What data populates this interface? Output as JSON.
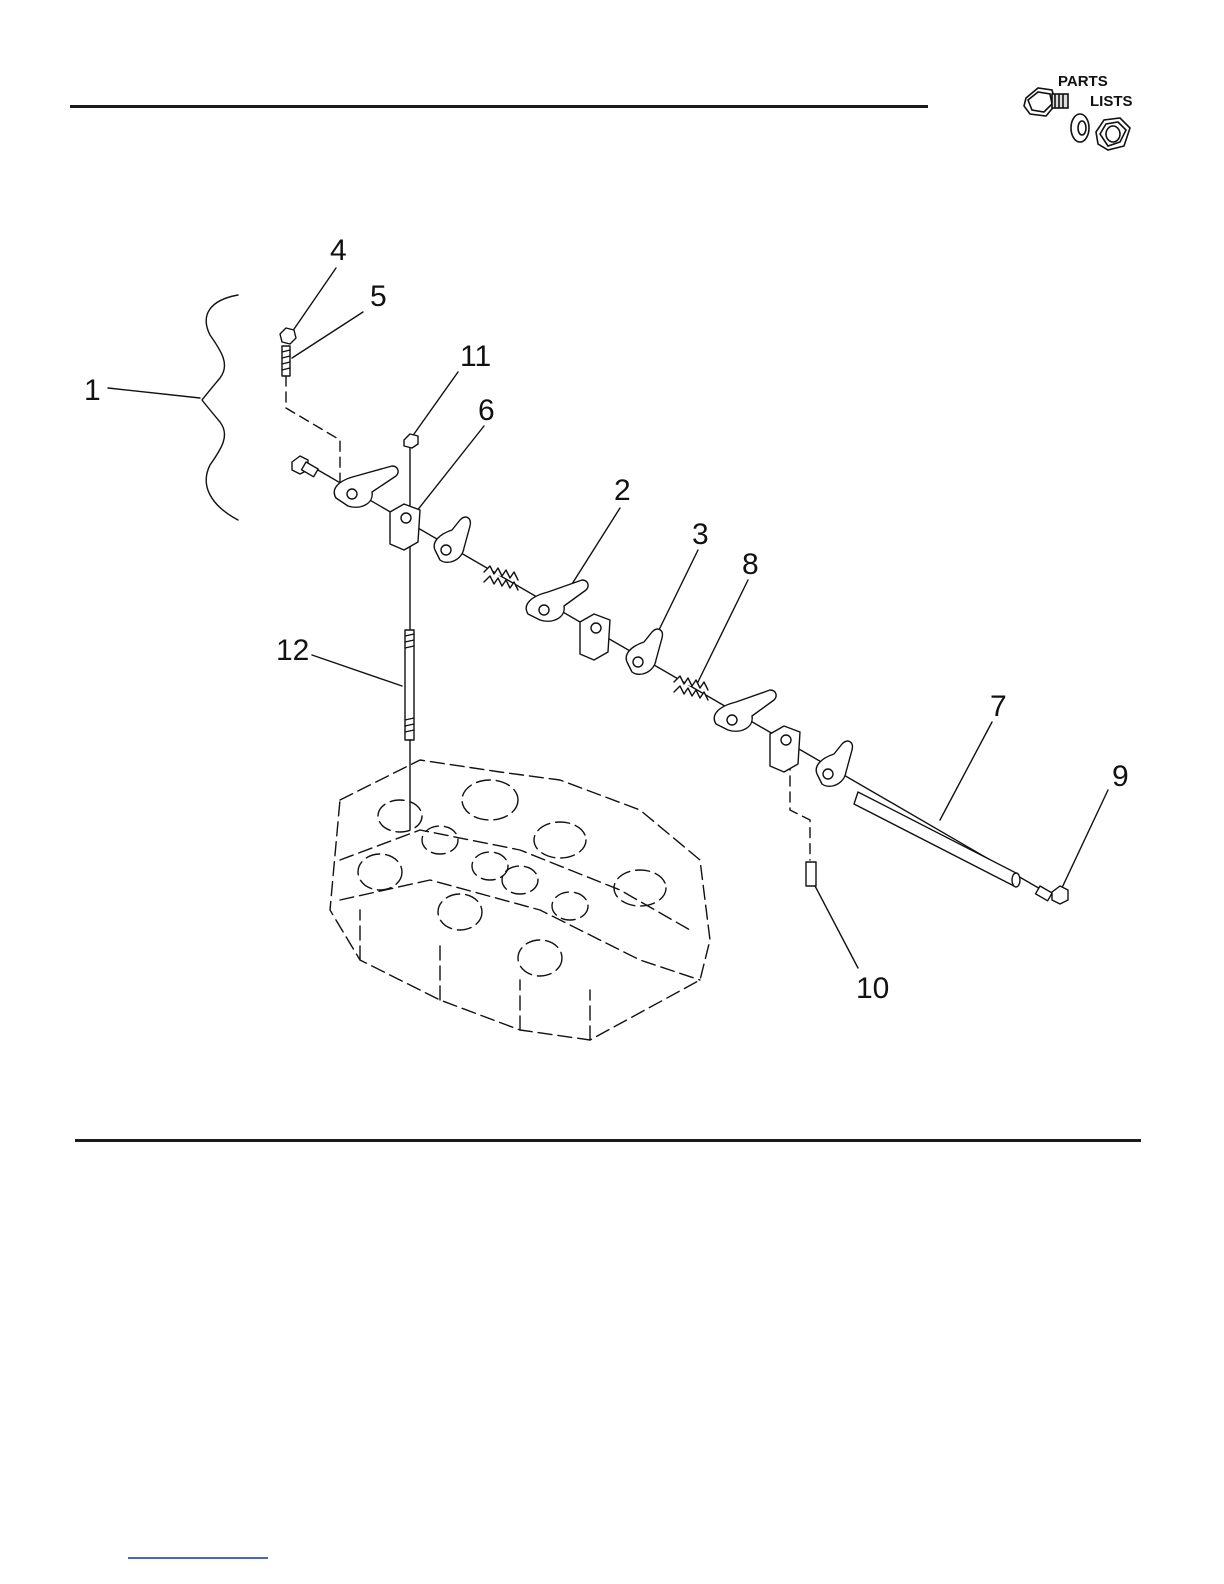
{
  "logo": {
    "line1": "PARTS",
    "line2": "LISTS",
    "icon": "bolt-washer-nut-icon"
  },
  "diagram": {
    "callouts": [
      "1",
      "2",
      "3",
      "4",
      "5",
      "6",
      "7",
      "8",
      "9",
      "10",
      "11",
      "12"
    ]
  },
  "colors": {
    "ink": "#1a1a1a",
    "link": "#4a62c9"
  }
}
